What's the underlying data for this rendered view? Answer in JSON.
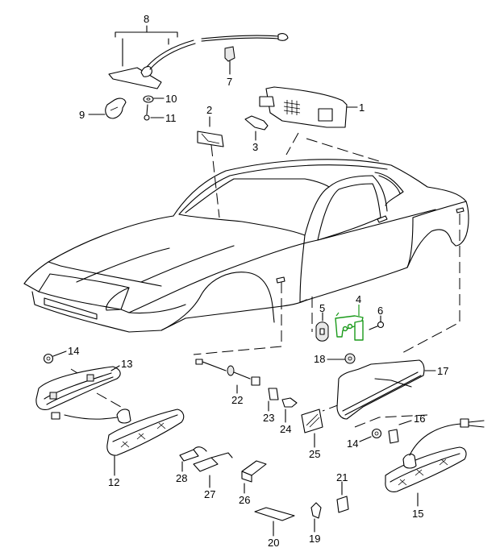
{
  "diagram": {
    "title": "Exterior lights / side marker lights exploded parts diagram",
    "highlight_color": "#1a9a1a",
    "line_color": "#000000",
    "background": "#ffffff",
    "highlighted_part": "4",
    "callouts": [
      {
        "id": "1",
        "part": "interior-light-housing"
      },
      {
        "id": "2",
        "part": "lamp-holder"
      },
      {
        "id": "3",
        "part": "festoon-bulb"
      },
      {
        "id": "4",
        "part": "bracket",
        "highlighted": true
      },
      {
        "id": "5",
        "part": "rubber-grommet"
      },
      {
        "id": "6",
        "part": "screw"
      },
      {
        "id": "7",
        "part": "clip"
      },
      {
        "id": "8",
        "part": "license-plate-light-with-cable"
      },
      {
        "id": "9",
        "part": "bulb"
      },
      {
        "id": "10",
        "part": "washer"
      },
      {
        "id": "11",
        "part": "screw"
      },
      {
        "id": "12",
        "part": "front-turn-signal-lamp"
      },
      {
        "id": "13",
        "part": "lamp-housing-gasket"
      },
      {
        "id": "14",
        "part": "nut"
      },
      {
        "id": "15",
        "part": "rear-side-marker-lamp"
      },
      {
        "id": "16",
        "part": "clamp"
      },
      {
        "id": "17",
        "part": "lamp-housing"
      },
      {
        "id": "18",
        "part": "nut"
      },
      {
        "id": "19",
        "part": "clip"
      },
      {
        "id": "20",
        "part": "sealing-strip"
      },
      {
        "id": "21",
        "part": "clip"
      },
      {
        "id": "22",
        "part": "wiring-harness"
      },
      {
        "id": "23",
        "part": "bulb-socket"
      },
      {
        "id": "24",
        "part": "bulb"
      },
      {
        "id": "25",
        "part": "side-marker-lens"
      },
      {
        "id": "26",
        "part": "connector-housing"
      },
      {
        "id": "27",
        "part": "flat-connector"
      },
      {
        "id": "28",
        "part": "flat-connector"
      }
    ]
  }
}
